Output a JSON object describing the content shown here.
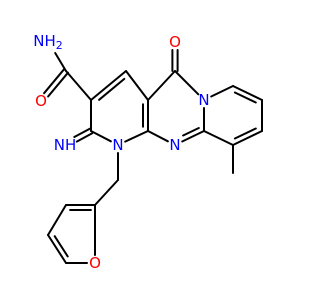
{
  "molecule": {
    "colors": {
      "N": "#0000ff",
      "O": "#ff0000",
      "C": "#000000",
      "background": "#ffffff"
    },
    "atoms": [
      {
        "id": "n_amide",
        "text": "NH2",
        "element": "N",
        "is_label": true
      },
      {
        "id": "c_amide",
        "text": "",
        "element": "C",
        "is_label": false
      },
      {
        "id": "o_amide",
        "text": "O",
        "element": "O",
        "is_label": true
      },
      {
        "id": "c3",
        "text": "",
        "element": "C",
        "is_label": false
      },
      {
        "id": "c4",
        "text": "",
        "element": "C",
        "is_label": false
      },
      {
        "id": "c4a",
        "text": "",
        "element": "C",
        "is_label": false
      },
      {
        "id": "c5",
        "text": "",
        "element": "C",
        "is_label": false
      },
      {
        "id": "o5",
        "text": "O",
        "element": "O",
        "is_label": true
      },
      {
        "id": "n6",
        "text": "N",
        "element": "N",
        "is_label": true
      },
      {
        "id": "c7",
        "text": "",
        "element": "C",
        "is_label": false
      },
      {
        "id": "c8",
        "text": "",
        "element": "C",
        "is_label": false
      },
      {
        "id": "c9",
        "text": "",
        "element": "C",
        "is_label": false
      },
      {
        "id": "c10",
        "text": "",
        "element": "C",
        "is_label": false
      },
      {
        "id": "me",
        "text": "",
        "element": "C",
        "is_label": false
      },
      {
        "id": "c10a",
        "text": "",
        "element": "C",
        "is_label": false
      },
      {
        "id": "n11",
        "text": "N",
        "element": "N",
        "is_label": true
      },
      {
        "id": "c11a",
        "text": "",
        "element": "C",
        "is_label": false
      },
      {
        "id": "n1",
        "text": "N",
        "element": "N",
        "is_label": true
      },
      {
        "id": "c2",
        "text": "",
        "element": "C",
        "is_label": false
      },
      {
        "id": "n_imino",
        "text": "NH",
        "element": "N",
        "is_label": true
      },
      {
        "id": "ch2",
        "text": "",
        "element": "C",
        "is_label": false
      },
      {
        "id": "f2",
        "text": "",
        "element": "C",
        "is_label": false
      },
      {
        "id": "f3",
        "text": "",
        "element": "C",
        "is_label": false
      },
      {
        "id": "f4",
        "text": "",
        "element": "C",
        "is_label": false
      },
      {
        "id": "f5",
        "text": "",
        "element": "C",
        "is_label": false
      },
      {
        "id": "fo",
        "text": "O",
        "element": "O",
        "is_label": true
      }
    ],
    "bonds": [
      {
        "a": "n_amide",
        "b": "c_amide",
        "order": 1
      },
      {
        "a": "c_amide",
        "b": "o_amide",
        "order": 2
      },
      {
        "a": "c_amide",
        "b": "c3",
        "order": 1
      },
      {
        "a": "c3",
        "b": "c4",
        "order": 2
      },
      {
        "a": "c4",
        "b": "c4a",
        "order": 1
      },
      {
        "a": "c4a",
        "b": "c5",
        "order": 1
      },
      {
        "a": "c5",
        "b": "o5",
        "order": 2
      },
      {
        "a": "c5",
        "b": "n6",
        "order": 1
      },
      {
        "a": "n6",
        "b": "c7",
        "order": 1
      },
      {
        "a": "c7",
        "b": "c8",
        "order": 2
      },
      {
        "a": "c8",
        "b": "c9",
        "order": 1
      },
      {
        "a": "c9",
        "b": "c10",
        "order": 2
      },
      {
        "a": "c10",
        "b": "me",
        "order": 1
      },
      {
        "a": "c10",
        "b": "c10a",
        "order": 1
      },
      {
        "a": "c10a",
        "b": "n6",
        "order": 1
      },
      {
        "a": "c10a",
        "b": "n11",
        "order": 2
      },
      {
        "a": "n11",
        "b": "c11a",
        "order": 1
      },
      {
        "a": "c11a",
        "b": "c4a",
        "order": 2
      },
      {
        "a": "c11a",
        "b": "n1",
        "order": 1
      },
      {
        "a": "n1",
        "b": "c2",
        "order": 1
      },
      {
        "a": "c2",
        "b": "c3",
        "order": 1
      },
      {
        "a": "c2",
        "b": "n_imino",
        "order": 2
      },
      {
        "a": "n1",
        "b": "ch2",
        "order": 1
      },
      {
        "a": "ch2",
        "b": "f2",
        "order": 1
      },
      {
        "a": "f2",
        "b": "f3",
        "order": 2
      },
      {
        "a": "f3",
        "b": "f4",
        "order": 1
      },
      {
        "a": "f4",
        "b": "f5",
        "order": 2
      },
      {
        "a": "f5",
        "b": "fo",
        "order": 1
      },
      {
        "a": "fo",
        "b": "f2",
        "order": 1
      }
    ]
  }
}
